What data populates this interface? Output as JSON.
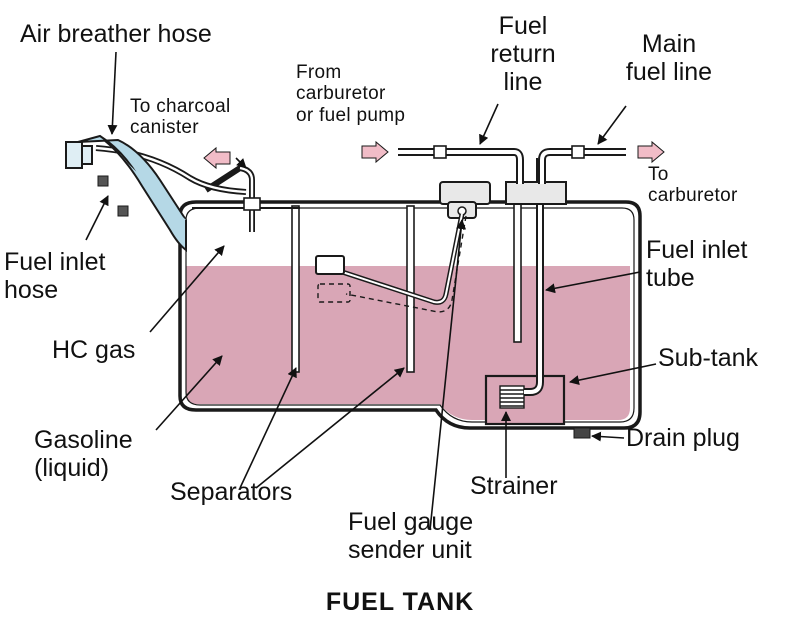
{
  "title": "FUEL TANK",
  "colors": {
    "gasoline": "#d9a6b6",
    "hose": "#b5d8e6",
    "tank_outline": "#1a1a1a",
    "arrow_fill": "#f1bcc7"
  },
  "labels": {
    "air_breather_hose": "Air breather hose",
    "to_charcoal_canister": [
      "To charcoal",
      "canister"
    ],
    "from_carburetor": [
      "From",
      "carburetor",
      "or fuel pump"
    ],
    "fuel_return_line": [
      "Fuel",
      "return",
      "line"
    ],
    "main_fuel_line": [
      "Main",
      "fuel line"
    ],
    "to_carburetor": [
      "To",
      "carburetor"
    ],
    "fuel_inlet_hose": [
      "Fuel inlet",
      "hose"
    ],
    "fuel_inlet_tube": [
      "Fuel inlet",
      "tube"
    ],
    "hc_gas": "HC gas",
    "sub_tank": "Sub-tank",
    "gasoline_liquid": [
      "Gasoline",
      "(liquid)"
    ],
    "drain_plug": "Drain plug",
    "strainer": "Strainer",
    "separators": "Separators",
    "fuel_gauge_sender_unit": [
      "Fuel gauge",
      "sender unit"
    ]
  }
}
